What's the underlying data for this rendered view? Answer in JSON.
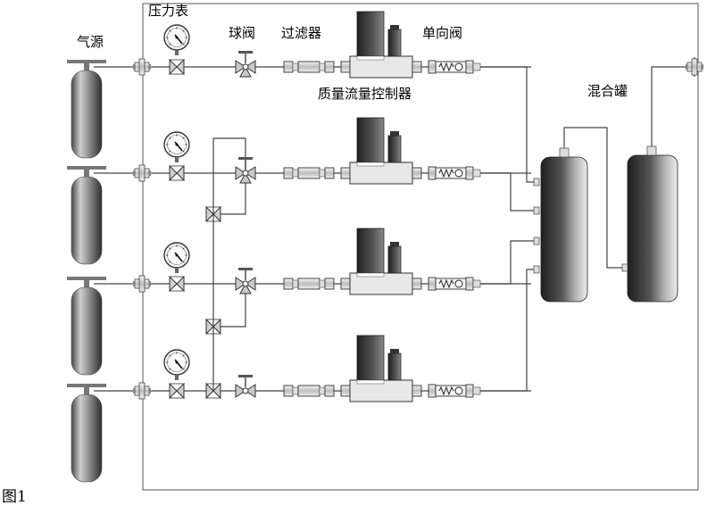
{
  "labels": {
    "gas_source": "气源",
    "pressure_gauge": "压力表",
    "ball_valve": "球阀",
    "filter": "过滤器",
    "check_valve": "单向阀",
    "mass_flow_controller": "质量流量控制器",
    "mixing_tank": "混合罐"
  },
  "figure_caption": "图1",
  "colors": {
    "line": "#333333",
    "cylinder_dark": "#3a3a3a",
    "cylinder_light": "#d8d8d8",
    "component_fill": "#e6e6e6"
  },
  "icons": [
    "gas-cylinder-icon",
    "pressure-gauge-icon",
    "needle-valve-icon",
    "ball-valve-icon",
    "filter-icon",
    "mass-flow-controller-icon",
    "check-valve-icon",
    "mixing-tank-icon",
    "cross-fitting-icon"
  ]
}
